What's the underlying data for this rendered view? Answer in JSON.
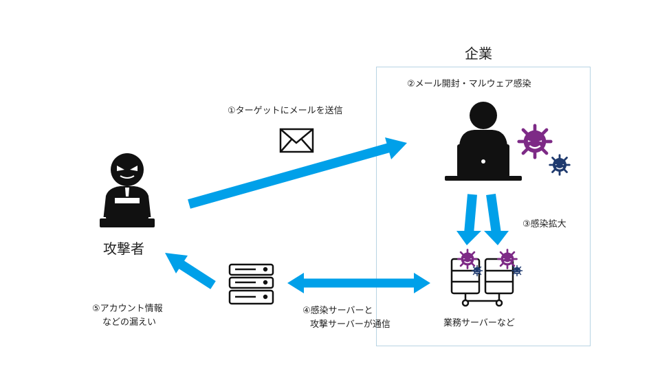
{
  "company": {
    "title": "企業"
  },
  "attacker": {
    "label": "攻撃者"
  },
  "steps": {
    "step1": "①ターゲットにメールを送信",
    "step2": "②メール開封・マルウェア感染",
    "step3": "③感染拡大",
    "step4_line1": "④感染サーバーと",
    "step4_line2": "攻撃サーバーが通信",
    "step5_line1": "⑤アカウント情報",
    "step5_line2": "などの漏えい"
  },
  "servers": {
    "label": "業務サーバーなど"
  },
  "colors": {
    "arrow": "#00a0e9",
    "malware": "#7d2a86",
    "malware_small": "#1f3a6e",
    "box_border": "#b7d3e3"
  }
}
